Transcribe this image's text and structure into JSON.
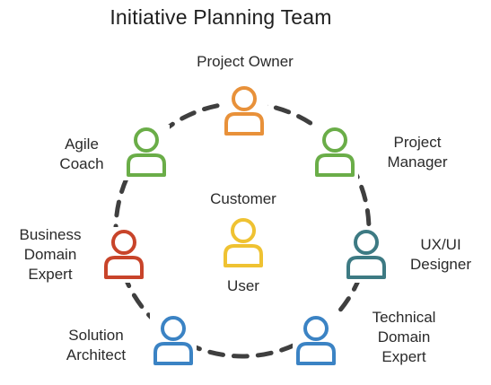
{
  "title": "Initiative Planning Team",
  "center": {
    "top_label": "Customer",
    "bottom_label": "User",
    "color": "#efc232"
  },
  "roles": [
    {
      "id": "project-owner",
      "label": "Project Owner",
      "color": "#e8913a"
    },
    {
      "id": "project-manager",
      "label": "Project\nManager",
      "color": "#6aad48"
    },
    {
      "id": "ux-ui-designer",
      "label": "UX/UI\nDesigner",
      "color": "#3d7a83"
    },
    {
      "id": "technical-domain-expert",
      "label": "Technical\nDomain\nExpert",
      "color": "#3b83c4"
    },
    {
      "id": "solution-architect",
      "label": "Solution\nArchitect",
      "color": "#3b83c4"
    },
    {
      "id": "business-domain-expert",
      "label": "Business\nDomain\nExpert",
      "color": "#c8442a"
    },
    {
      "id": "agile-coach",
      "label": "Agile\nCoach",
      "color": "#6aad48"
    }
  ],
  "ring_color": "#3f3f3f"
}
